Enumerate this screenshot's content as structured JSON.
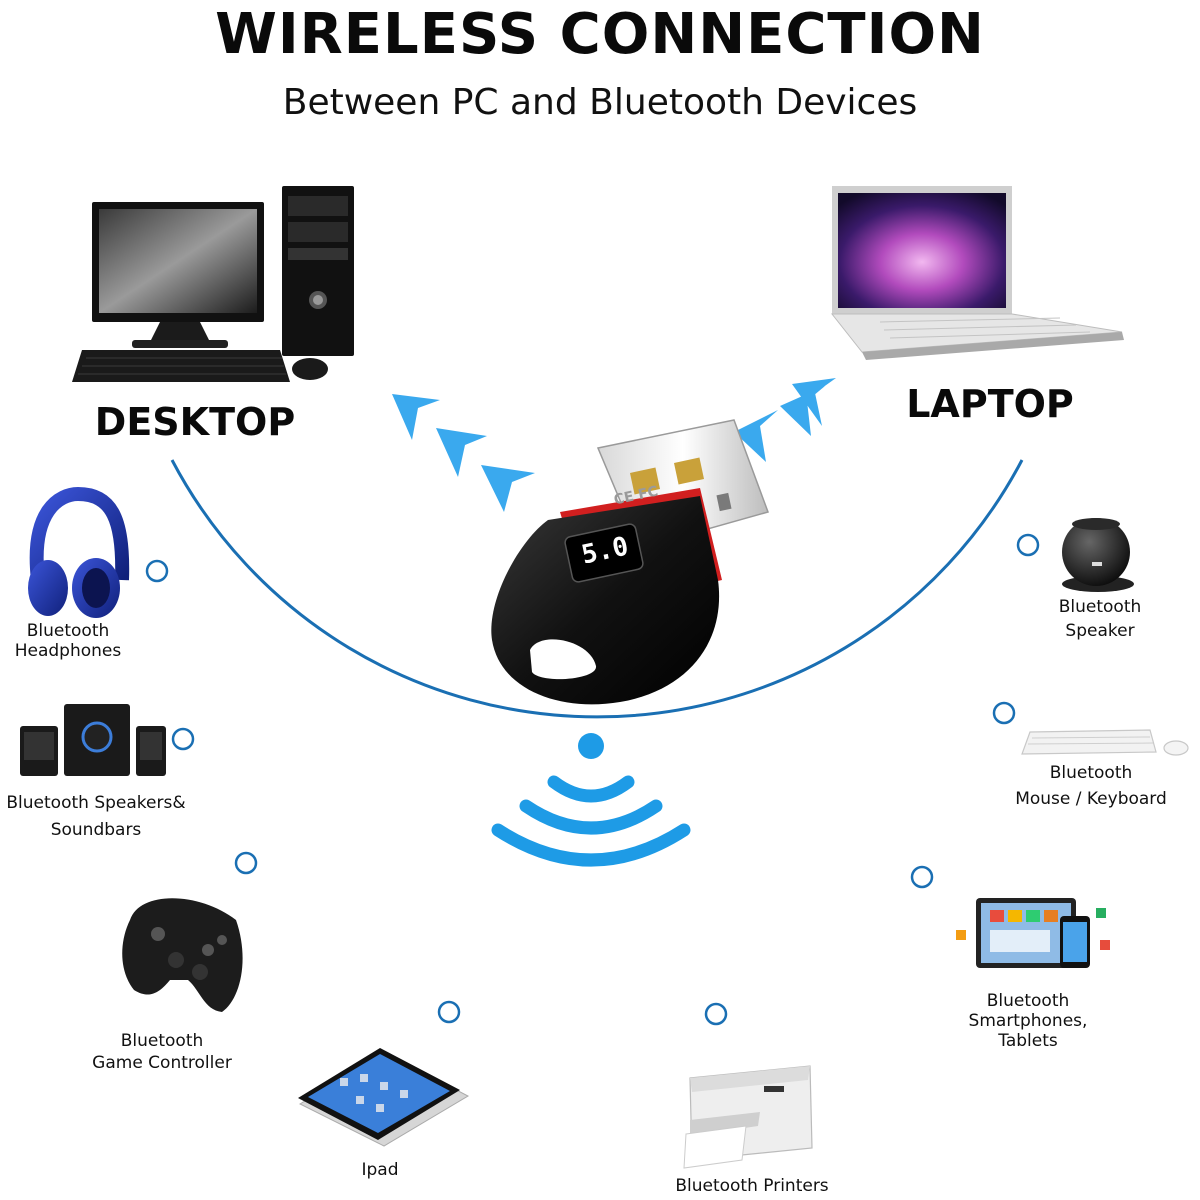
{
  "header": {
    "title": "WIRELESS CONNECTION",
    "subtitle": "Between PC and Bluetooth Devices"
  },
  "hosts": {
    "desktop": "DESKTOP",
    "laptop": "LAPTOP"
  },
  "adapter": {
    "version_label": "5.0",
    "markings": "CE FC"
  },
  "devices": {
    "headphones": [
      "Bluetooth",
      "Headphones"
    ],
    "speakers": [
      "Bluetooth Speakers&",
      "Soundbars"
    ],
    "game_controller": [
      "Bluetooth",
      "Game Controller"
    ],
    "ipad": [
      "Ipad"
    ],
    "printers": [
      "Bluetooth Printers"
    ],
    "speaker": [
      "Bluetooth",
      "Speaker"
    ],
    "mouse_keyboard": [
      "Bluetooth",
      "Mouse / Keyboard"
    ],
    "smartphones_tablets": [
      "Bluetooth",
      "Smartphones,",
      "Tablets"
    ]
  },
  "colors": {
    "accent_blue": "#1e9be6",
    "arc_blue": "#1a6fb3",
    "adapter_red": "#d11f1f",
    "adapter_black": "#141414"
  }
}
